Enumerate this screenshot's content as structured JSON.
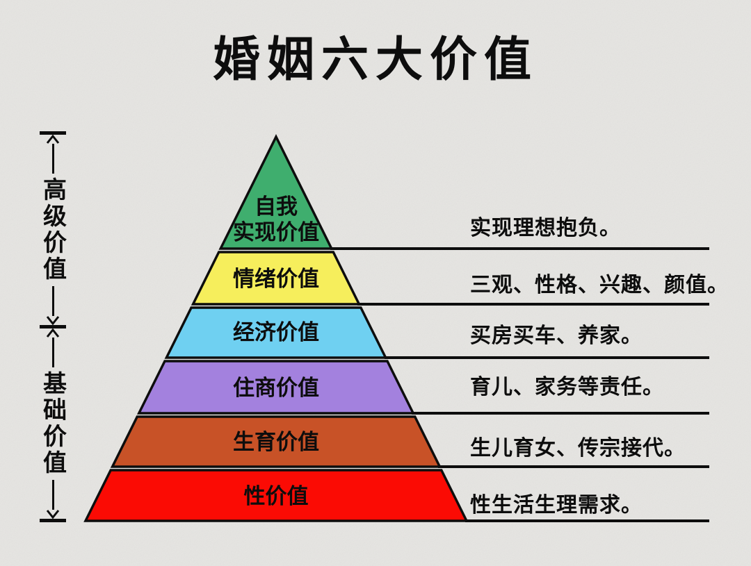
{
  "title": "婚姻六大价值",
  "axis": {
    "upper_label": "高级价值",
    "lower_label": "基础价值"
  },
  "levels": [
    {
      "rank": 1,
      "label": "自我\n实现价值",
      "description": "实现理想抱负。",
      "color": "#3fae6e"
    },
    {
      "rank": 2,
      "label": "情绪价值",
      "description": "三观、性格、兴趣、颜值。",
      "color": "#f6ee5c"
    },
    {
      "rank": 3,
      "label": "经济价值",
      "description": "买房买车、养家。",
      "color": "#6fd0f1"
    },
    {
      "rank": 4,
      "label": "住商价值",
      "description": "育儿、家务等责任。",
      "color": "#a381de"
    },
    {
      "rank": 5,
      "label": "生育价值",
      "description": "生儿育女、传宗接代。",
      "color": "#c85227"
    },
    {
      "rank": 6,
      "label": "性价值",
      "description": "性生活生理需求。",
      "color": "#fb0b04"
    }
  ],
  "colors": {
    "background": "#e6e5e2",
    "outline": "#0d0d0d",
    "text": "#0d0d0d"
  }
}
